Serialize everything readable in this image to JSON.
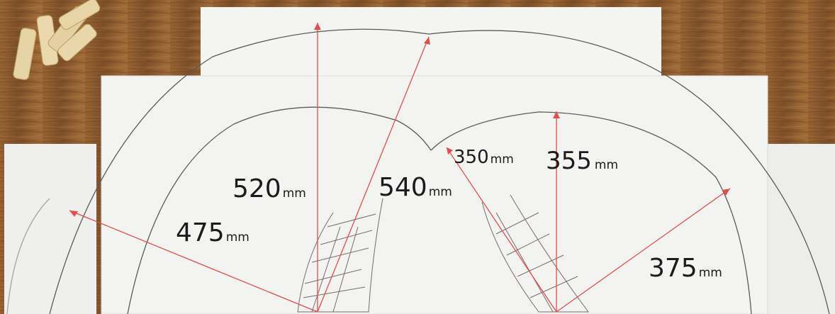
{
  "measurements": {
    "outer_left_radius": "475",
    "outer_left_unit": "mm",
    "outer_left_height": "520",
    "outer_left_height_unit": "mm",
    "outer_right_radius": "375",
    "outer_right_unit": "mm",
    "outer_right_height": "355",
    "outer_right_height_unit": "mm",
    "top_arc_reach": "540",
    "top_arc_reach_unit": "mm",
    "inner_notch": "350",
    "inner_notch_unit": "mm"
  },
  "colors": {
    "wood_floor": "#8a5a30",
    "paper": "#f3f3f1",
    "pencil": "#5a5a5a",
    "red_line": "#e0504a",
    "hatch": "#b08a8a"
  }
}
